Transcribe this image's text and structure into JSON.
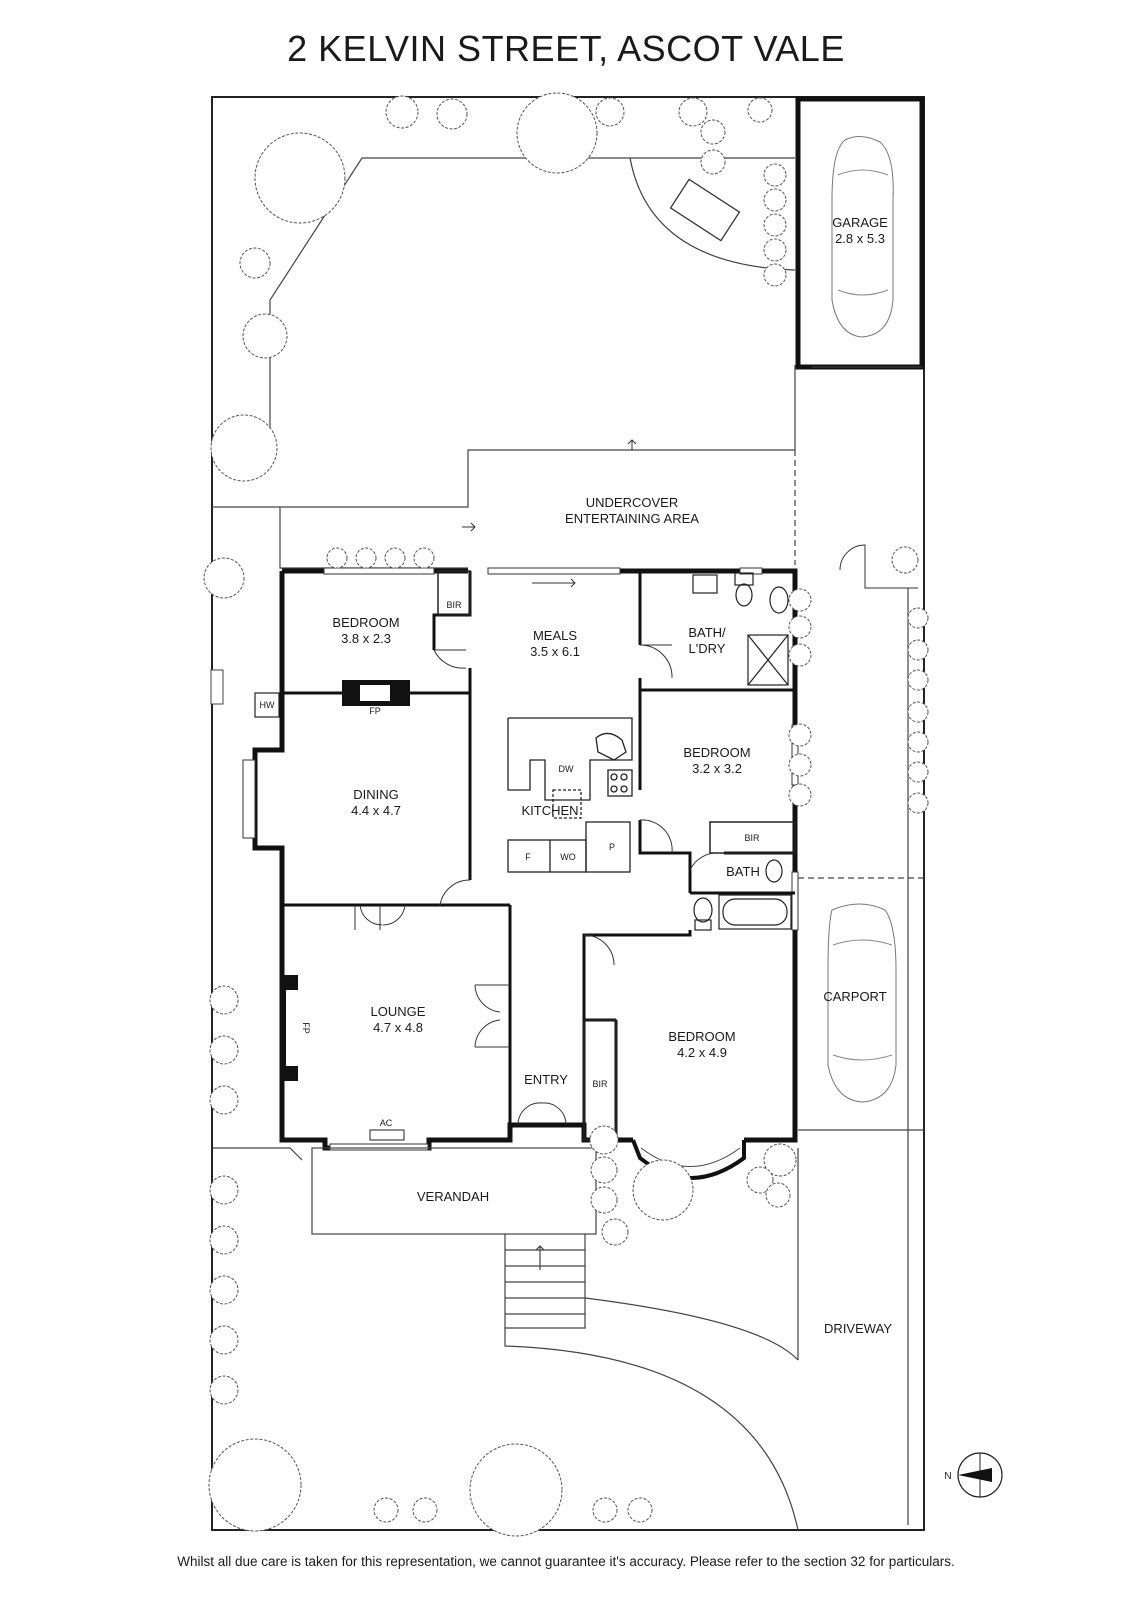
{
  "title": "2 KELVIN STREET, ASCOT VALE",
  "disclaimer": "Whilst all due care is taken for this representation, we cannot guarantee it's accuracy. Please refer to the section 32 for particulars.",
  "rooms": {
    "garage": {
      "name": "GARAGE",
      "size": "2.8 x 5.3"
    },
    "undercover": {
      "line1": "UNDERCOVER",
      "line2": "ENTERTAINING AREA"
    },
    "bedroom_nw": {
      "name": "BEDROOM",
      "size": "3.8 x 2.3"
    },
    "meals": {
      "name": "MEALS",
      "size": "3.5 x 6.1"
    },
    "bath_ldry": {
      "line1": "BATH/",
      "line2": "L'DRY"
    },
    "bedroom_ne": {
      "name": "BEDROOM",
      "size": "3.2 x 3.2"
    },
    "dining": {
      "name": "DINING",
      "size": "4.4 x 4.7"
    },
    "kitchen": {
      "name": "KITCHEN"
    },
    "bath": {
      "name": "BATH"
    },
    "lounge": {
      "name": "LOUNGE",
      "size": "4.7 x 4.8"
    },
    "entry": {
      "name": "ENTRY"
    },
    "bedroom_se": {
      "name": "BEDROOM",
      "size": "4.2 x 4.9"
    },
    "carport": {
      "name": "CARPORT"
    },
    "verandah": {
      "name": "VERANDAH"
    },
    "driveway": {
      "name": "DRIVEWAY"
    }
  },
  "fixtures": {
    "bir": "BIR",
    "hw": "HW",
    "fp": "FP",
    "dw": "DW",
    "f": "F",
    "wo": "WO",
    "p": "P",
    "ac": "AC"
  },
  "compass": {
    "label": "N"
  }
}
